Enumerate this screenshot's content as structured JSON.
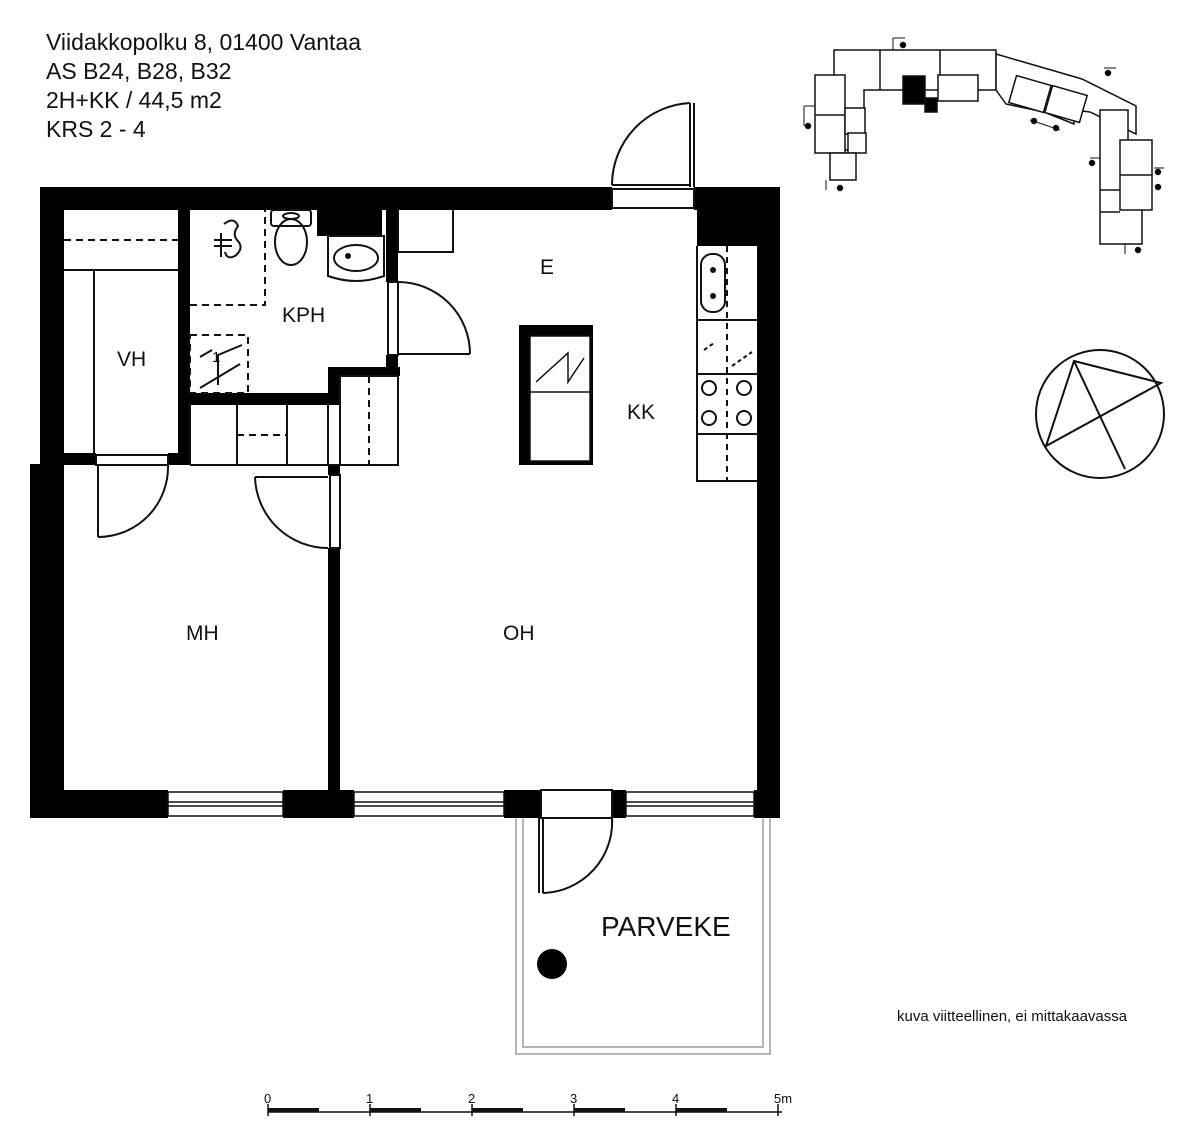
{
  "header": {
    "address": "Viidakkopolku 8, 01400 Vantaa",
    "apartments": "AS B24, B28, B32",
    "layout": "2H+KK / 44,5 m2",
    "floors": "KRS  2 - 4"
  },
  "rooms": {
    "vh": "VH",
    "kph": "KPH",
    "e": "E",
    "kk": "KK",
    "mh": "MH",
    "oh": "OH",
    "parveke": "PARVEKE"
  },
  "fixtures": {
    "washer_label": "1"
  },
  "scale_bar": {
    "ticks": [
      "0",
      "1",
      "2",
      "3",
      "4",
      "5m"
    ]
  },
  "disclaimer": "kuva viitteellinen, ei mittakaavassa",
  "colors": {
    "wall": "#000000",
    "line": "#111111",
    "balcony": "#b5b5b5",
    "background": "#ffffff"
  }
}
